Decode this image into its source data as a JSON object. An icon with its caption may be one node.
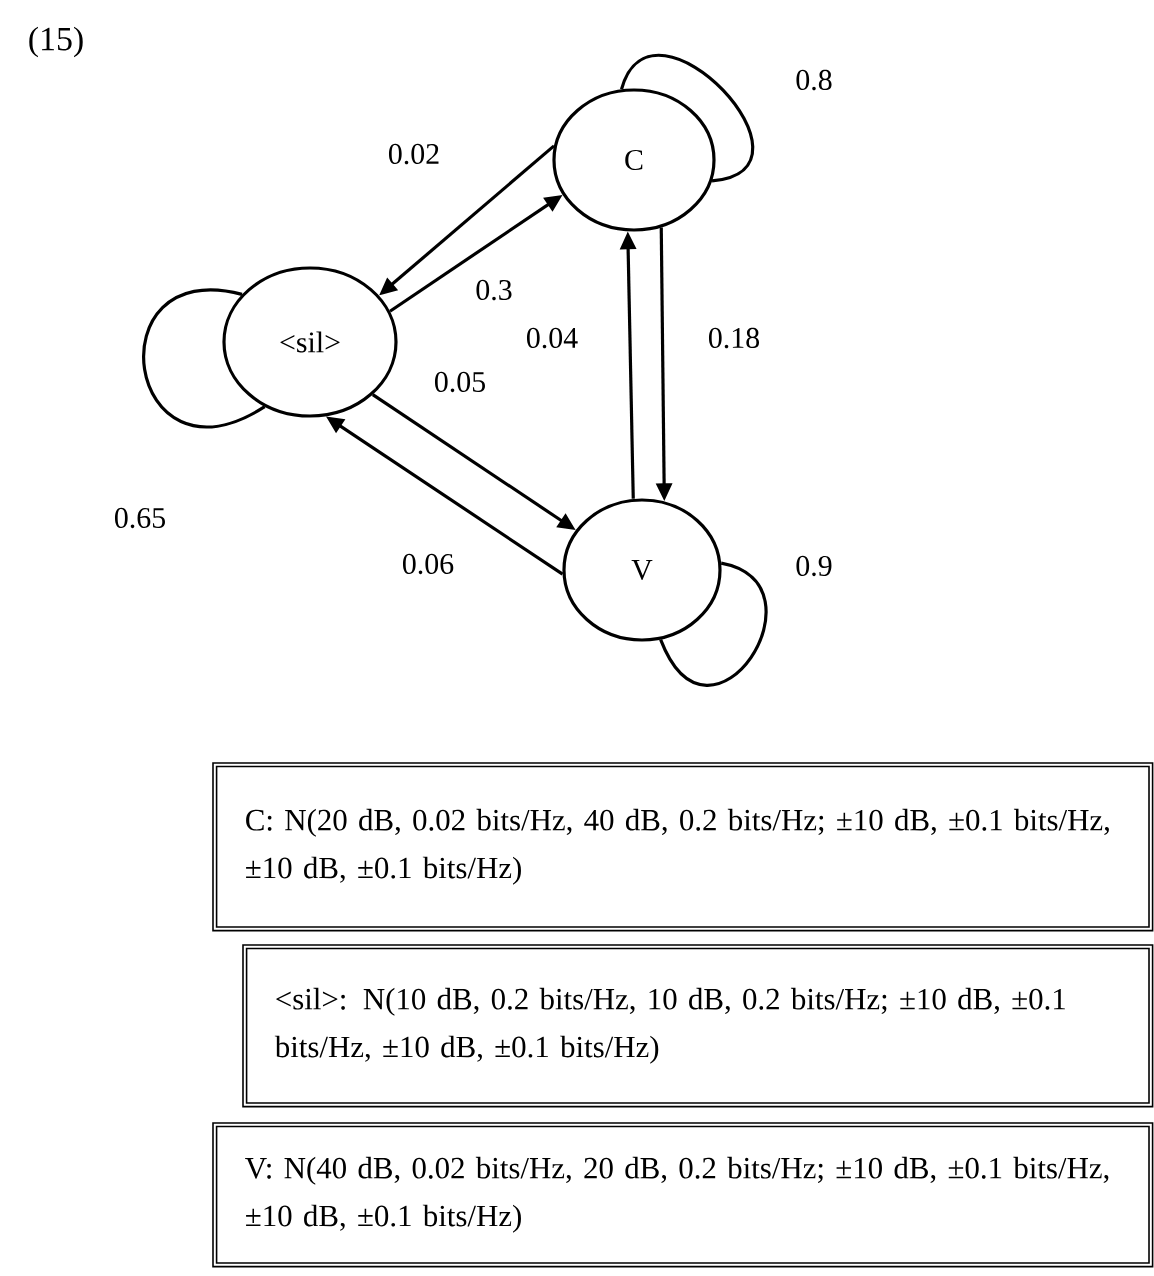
{
  "diagram": {
    "nodes": [
      {
        "text": [
          "C"
        ]
      },
      {
        "text": [
          "<sil>"
        ]
      },
      {
        "text": [
          "V"
        ]
      },
      {
        "text": [
          "C: N(20 dB, 0.02 bits/Hz, 40 dB, 0.2 bits/Hz; ±10 dB, ±0.1 bits/Hz, ±10 dB, ±0.1 bits/Hz)"
        ]
      },
      {
        "text": [
          "<sil>: N(10 dB, 0.2 bits/Hz, 10 dB, 0.2 bits/Hz; ±10 dB, ±0.1 bits/Hz, ±10 dB, ±0.1 bits/Hz)"
        ]
      },
      {
        "text": [
          "V: N(40 dB, 0.02 bits/Hz, 20 dB, 0.2 bits/Hz; ±10 dB, ±0.1 bits/Hz, ±10 dB, ±0.1 bits/Hz)"
        ]
      }
    ],
    "edges": [
      {
        "from": 0,
        "to": 1,
        "arrow": "to",
        "label": "0.02"
      },
      {
        "from": 1,
        "to": 0,
        "arrow": "to",
        "label": "0.3"
      },
      {
        "from": 2,
        "to": 0,
        "arrow": "to",
        "label": "0.04"
      },
      {
        "from": 0,
        "to": 2,
        "arrow": "to",
        "label": "0.18"
      },
      {
        "from": 1,
        "to": 2,
        "arrow": "to",
        "label": "0.05"
      },
      {
        "from": 2,
        "to": 1,
        "arrow": "to",
        "label": "0.06"
      },
      {
        "from": 0,
        "to": 0,
        "arrow": "none",
        "label": "0.8"
      },
      {
        "from": 1,
        "to": 1,
        "arrow": "none",
        "label": "0.65"
      },
      {
        "from": 2,
        "to": 2,
        "arrow": "none",
        "label": "0.9"
      }
    ],
    "labels": [
      "(15)"
    ]
  }
}
